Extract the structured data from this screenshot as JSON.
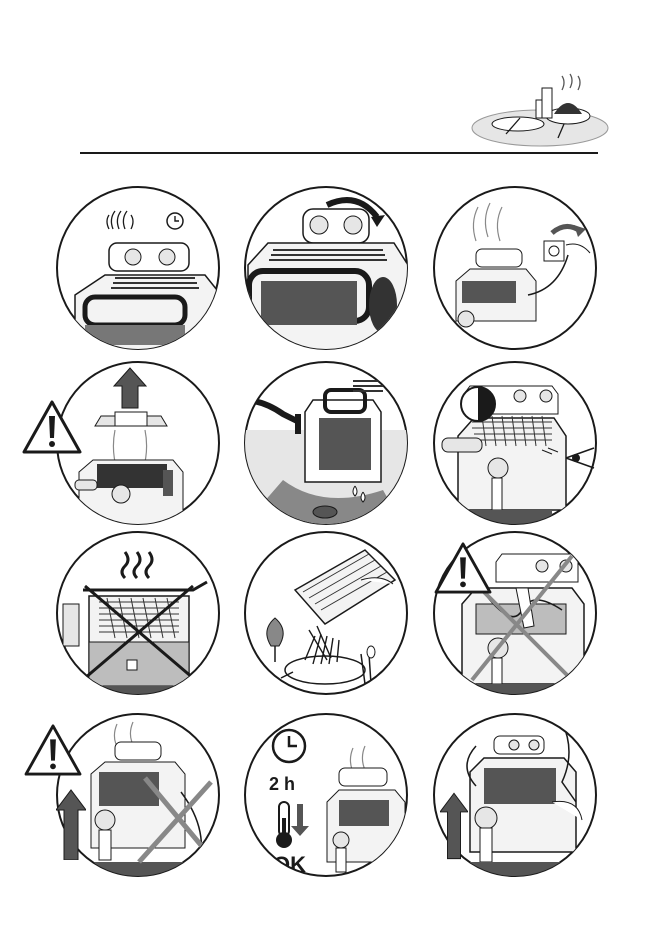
{
  "steps": [
    {
      "id": 1,
      "icon": "smell-filter-and-timer-icons"
    },
    {
      "id": 2,
      "icon": "rotate-lid-icon"
    },
    {
      "id": 3,
      "icon": "plug-in-icon"
    },
    {
      "id": 4,
      "icon": "warning-lift-lid-icon"
    },
    {
      "id": 5,
      "icon": "wash-lid-icon"
    },
    {
      "id": 6,
      "icon": "check-oil-level-icon"
    },
    {
      "id": 7,
      "icon": "no-overfill-icon"
    },
    {
      "id": 8,
      "icon": "serve-fries-icon"
    },
    {
      "id": 9,
      "icon": "warning-no-hand-in-oil-icon"
    },
    {
      "id": 10,
      "icon": "warning-do-not-move-icon"
    },
    {
      "id": 11,
      "icon": "cool-down-icon",
      "time_label": "2 h",
      "ok_label": "OK"
    },
    {
      "id": 12,
      "icon": "carry-by-handles-icon"
    }
  ],
  "colors": {
    "line": "#1a1a1a",
    "fill_light": "#e6e6e6",
    "fill_mid": "#bdbdbd",
    "fill_dark": "#555555"
  }
}
